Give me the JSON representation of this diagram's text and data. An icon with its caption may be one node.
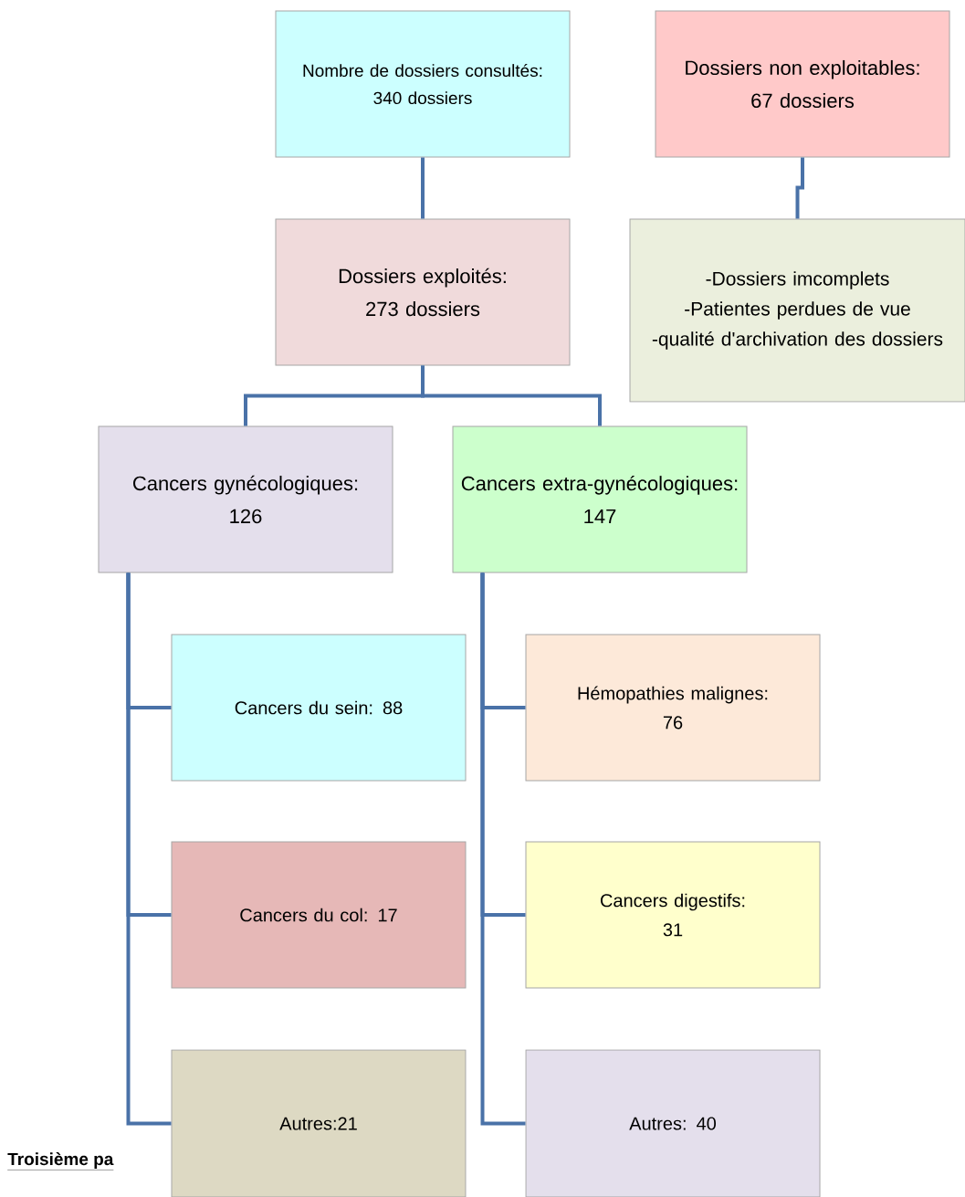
{
  "diagram": {
    "nodes": [
      {
        "text": [
          "Nombre de dossiers consultés:",
          "340 dossiers"
        ]
      },
      {
        "text": [
          "Dossiers non exploitables:",
          "67 dossiers"
        ]
      },
      {
        "text": [
          "Dossiers  exploités:",
          "273 dossiers"
        ]
      },
      {
        "text": [
          "-Dossiers imcomplets",
          "-Patientes perdues de vue",
          "-qualité d'archivation des dossiers"
        ]
      },
      {
        "text": [
          "Cancers gynécologiques:",
          "126"
        ]
      },
      {
        "text": [
          "Cancers extra-gynécologiques:",
          "147"
        ]
      },
      {
        "text": [
          "Cancers du sein: 88"
        ]
      },
      {
        "text": [
          "Hémopathies malignes:",
          "76"
        ]
      },
      {
        "text": [
          "Cancers du col: 17"
        ]
      },
      {
        "text": [
          "Cancers digestifs:",
          "31"
        ]
      },
      {
        "text": [
          "Autres:21"
        ]
      },
      {
        "text": [
          "Autres: 40"
        ]
      }
    ],
    "edges": [
      {
        "from": 0,
        "to": 2,
        "arrow": "none"
      },
      {
        "from": 1,
        "to": 3,
        "arrow": "none"
      },
      {
        "from": 2,
        "to": 4,
        "arrow": "none"
      },
      {
        "from": 2,
        "to": 5,
        "arrow": "none"
      },
      {
        "from": 4,
        "to": 6,
        "arrow": "none"
      },
      {
        "from": 4,
        "to": 8,
        "arrow": "none"
      },
      {
        "from": 4,
        "to": 10,
        "arrow": "none"
      },
      {
        "from": 5,
        "to": 7,
        "arrow": "none"
      },
      {
        "from": 5,
        "to": 9,
        "arrow": "none"
      },
      {
        "from": 5,
        "to": 11,
        "arrow": "none"
      }
    ],
    "labels": [
      "Troisième pa"
    ]
  }
}
